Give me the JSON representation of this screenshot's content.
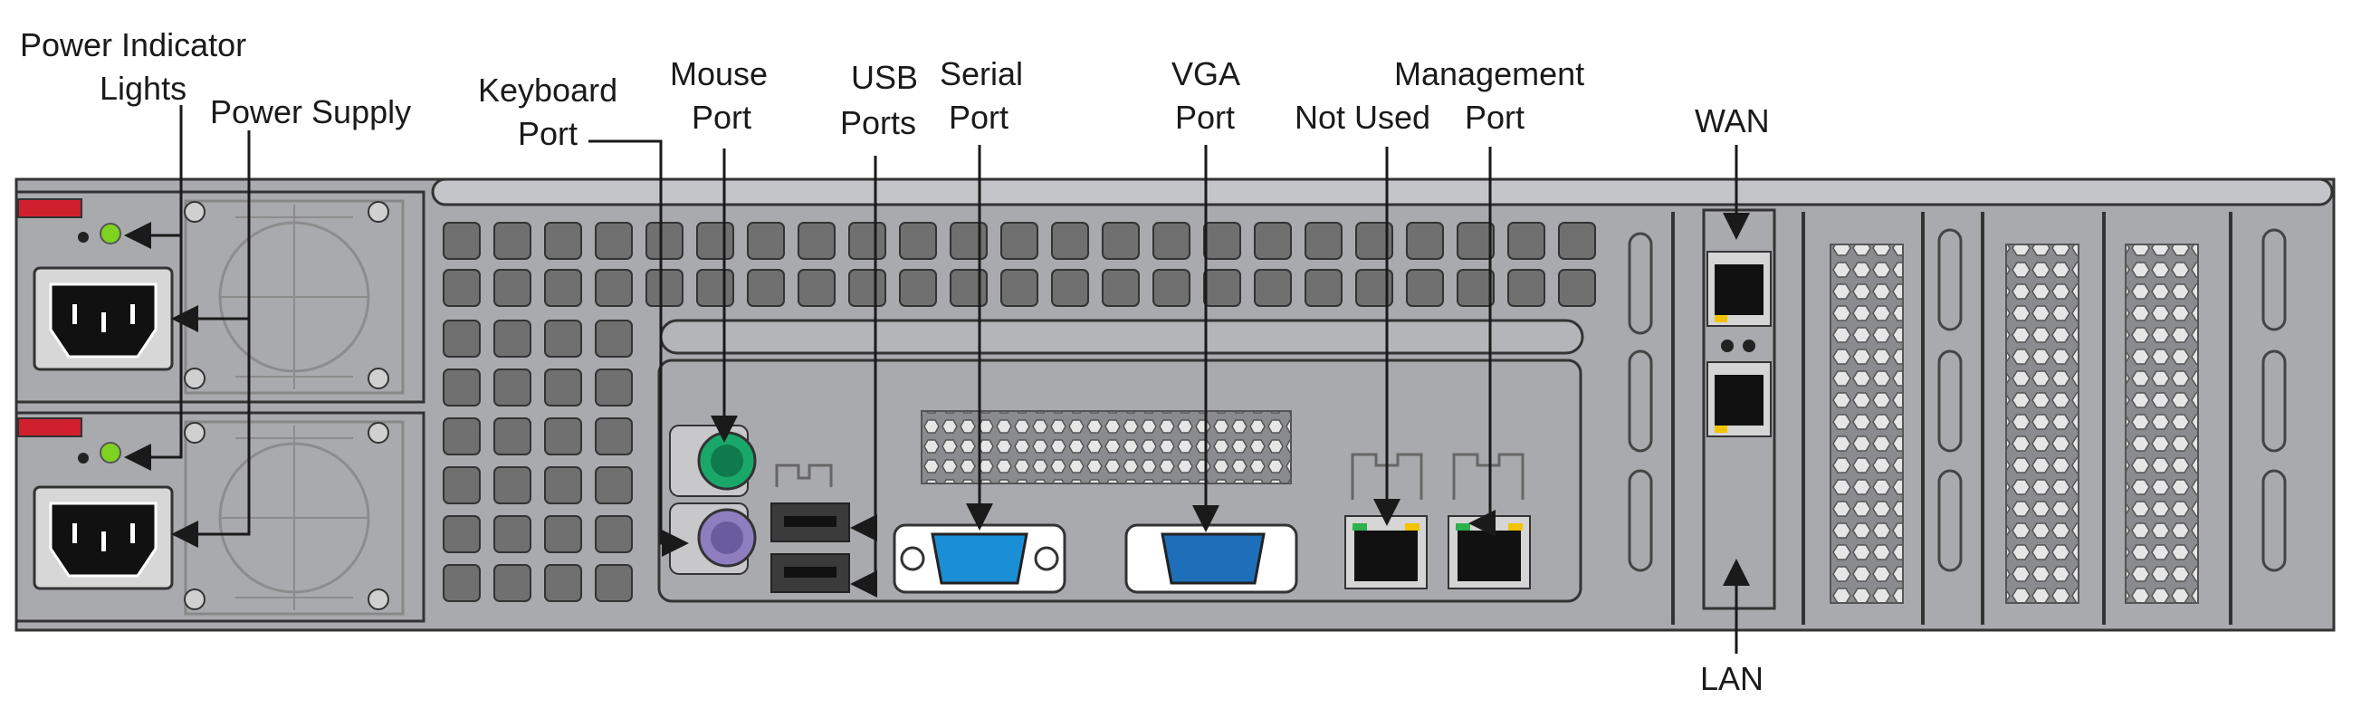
{
  "labels": {
    "power_indicator": [
      "Power Indicator",
      "Lights"
    ],
    "power_supply": "Power Supply",
    "keyboard_port": [
      "Keyboard",
      "Port"
    ],
    "mouse_port": [
      "Mouse",
      "Port"
    ],
    "usb_ports": [
      "USB",
      "Ports"
    ],
    "serial_port": [
      "Serial",
      "Port"
    ],
    "vga_port": [
      "VGA",
      "Port"
    ],
    "not_used": "Not Used",
    "management_port": [
      "Management",
      "Port"
    ],
    "wan": "WAN",
    "lan": "LAN"
  },
  "colors": {
    "chassis": "#a9aaad",
    "chassis_outline": "#3a3a3a",
    "vent": "#707070",
    "indicator_green": "#7ed321",
    "psu_handle_red": "#d0202e",
    "mouse_port": "#1aa86a",
    "keyboard_port": "#8e7ec0",
    "serial_vga_port": "#1b8fd6",
    "vga_port": "#1c6fb8"
  },
  "icons": [
    "power-socket-icon",
    "fan-grille-icon",
    "ps2-port-icon",
    "usb-port-icon",
    "db9-port-icon",
    "vga-port-icon",
    "rj45-port-icon",
    "screw-icon"
  ]
}
